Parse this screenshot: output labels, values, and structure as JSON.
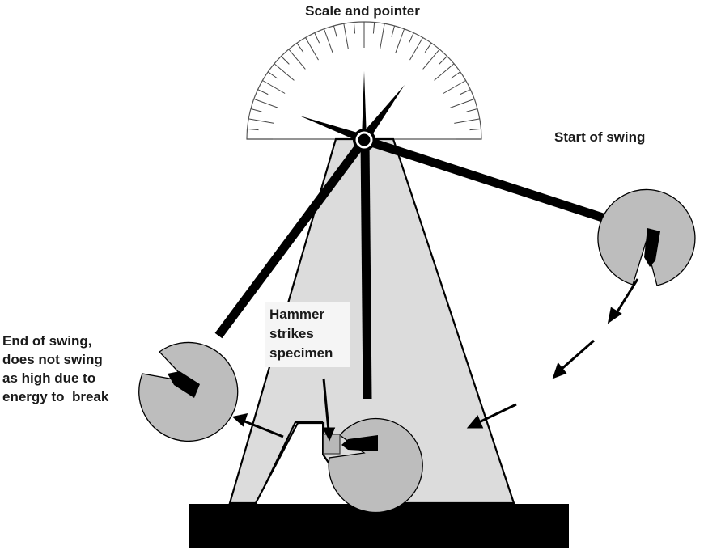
{
  "diagram": {
    "title": "Charpy impact test pendulum",
    "labels": {
      "scale": "Scale and pointer",
      "start": "Start of swing",
      "strike": [
        "Hammer",
        "strikes",
        "specimen"
      ],
      "end": [
        "End of swing,",
        "does not swing",
        "as high due to",
        "energy to  break"
      ]
    },
    "colors": {
      "frame": "#dcdcdc",
      "hammer": "#bdbdbd",
      "ink": "#000000",
      "specimen": "#b8b8b8"
    }
  }
}
